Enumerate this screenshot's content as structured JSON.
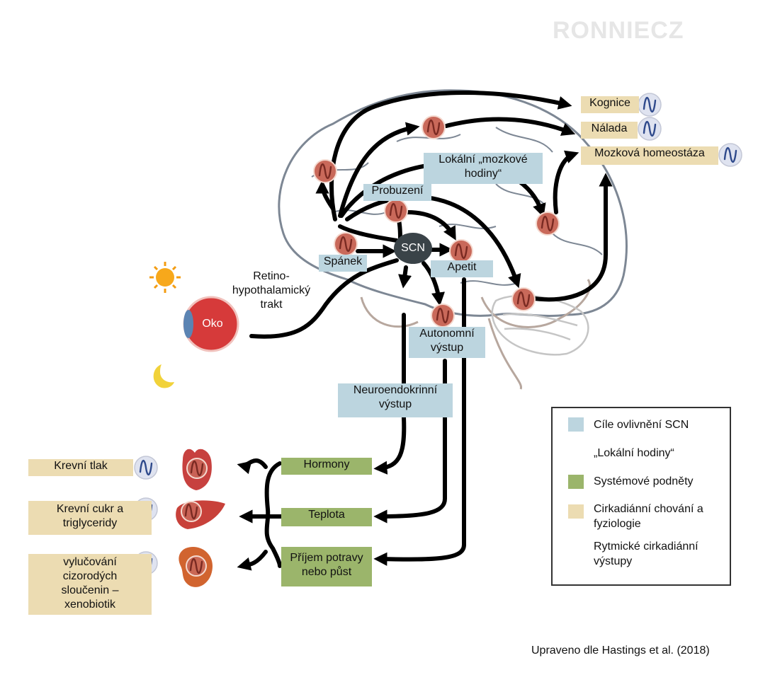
{
  "watermark": "RONNIECZ",
  "credit": "Upraveno dle Hastings et al. (2018)",
  "center": "SCN",
  "eye": "Oko",
  "tract": "Retino-\nhypothalamický\ntrakt",
  "brain_targets": {
    "local_brain_clocks": "Lokální „mozkové\nhodiny“",
    "arousal": "Probuzení",
    "sleep": "Spánek",
    "appetite": "Apetit",
    "autonomic": "Autonomní\nvýstup",
    "neuroendocrine": "Neuroendokrinní\nvýstup"
  },
  "outputs_top": [
    "Kognice",
    "Nálada",
    "Mozková homeostáza"
  ],
  "systemic": [
    "Hormony",
    "Teplota",
    "Příjem potravy\nnebo půst"
  ],
  "physiology": [
    "Krevní tlak",
    "Krevní cukr a\ntriglyceridy",
    "vylučování\ncizorodých\nsloučenin –\nxenobiotik"
  ],
  "legend": [
    {
      "label": "Cíle ovlivnění SCN",
      "symbol": "blue-square"
    },
    {
      "label": "„Lokální hodiny“",
      "symbol": "local-clock"
    },
    {
      "label": "Systémové podněty",
      "symbol": "green-square"
    },
    {
      "label": "Cirkadiánní chování a\nfyziologie",
      "symbol": "tan-square"
    },
    {
      "label": "Rytmické cirkadiánní\nvýstupy",
      "symbol": "rhythm-icon"
    }
  ],
  "colors": {
    "target_blue": "#bcd5df",
    "behavior_tan": "#ecdcb2",
    "systemic_green": "#9bb56b",
    "local_clock": "#c9695a",
    "rhythm_icon": "#dfe3f0",
    "scn": "#3a4348",
    "arrow": "#000000"
  }
}
